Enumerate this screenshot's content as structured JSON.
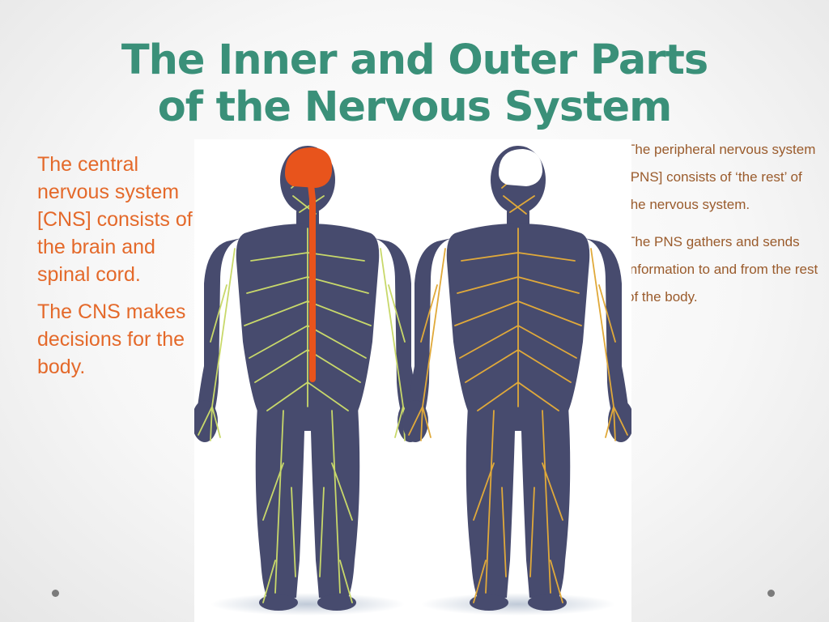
{
  "slide": {
    "title_line1": "The Inner and Outer Parts",
    "title_line2": "of the Nervous System",
    "cns": {
      "paragraph1": "The central nervous system [CNS] consists of the brain and spinal cord.",
      "paragraph2": "The CNS makes decisions for the body."
    },
    "pns": {
      "paragraph1": "The peripheral nervous system [PNS] consists of ‘the rest’ of the nervous system.",
      "paragraph2": "The PNS gathers and sends  information to and from the rest of the body."
    }
  },
  "colors": {
    "title": "#3a9079",
    "cns_text": "#e4692a",
    "pns_text": "#9a5b2c",
    "body_silhouette": "#474b6e",
    "cns_highlight": "#e8541c",
    "cns_nerves": "#c8d86a",
    "pns_nerves": "#e0a93a",
    "pns_brain": "#ffffff"
  },
  "figure": {
    "left_body_icon": "human-body-cns-icon",
    "right_body_icon": "human-body-pns-icon"
  }
}
